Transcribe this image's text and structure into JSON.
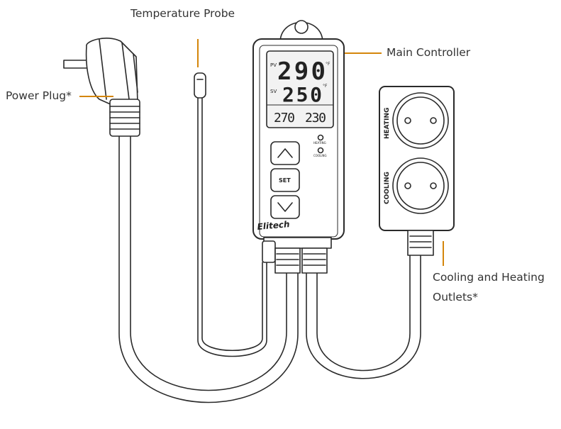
{
  "callouts": {
    "temperature_probe": "Temperature Probe",
    "main_controller": "Main Controller",
    "power_plug": "Power Plug*",
    "outlets_line1": "Cooling and Heating",
    "outlets_line2": "Outlets*"
  },
  "display": {
    "pv_label": "PV",
    "pv_value": "290",
    "pv_unit": "°F",
    "sv_label": "SV",
    "sv_value": "250",
    "sv_unit": "°F",
    "lower_left_value": "270",
    "lower_right_value": "230"
  },
  "indicators": {
    "heating": "HEATING",
    "cooling": "COOLING"
  },
  "buttons": {
    "set": "SET"
  },
  "brand": "Elitech",
  "outlet_labels": {
    "heating": "HEATING",
    "cooling": "COOLING"
  },
  "colors": {
    "accent": "#d4860b",
    "line": "#2a2a2a",
    "screen": "#f2f2f2"
  }
}
